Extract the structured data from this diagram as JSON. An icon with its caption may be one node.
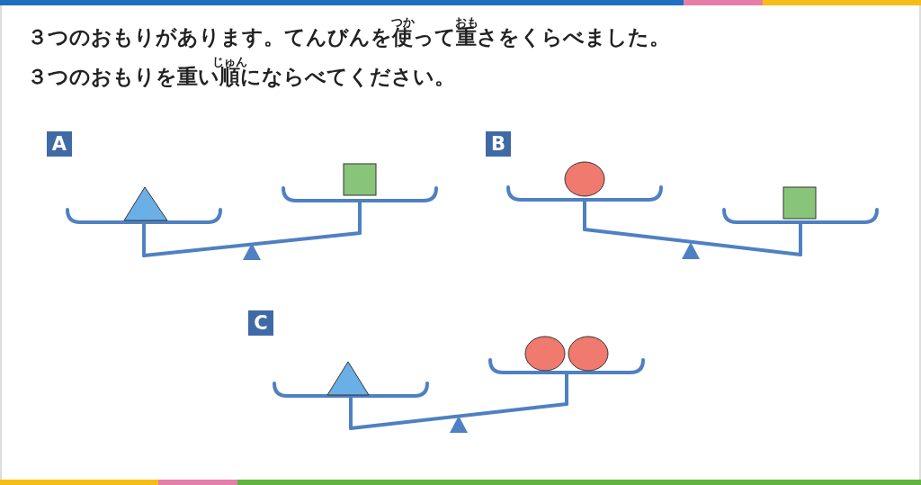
{
  "diagram": {
    "labels": [
      "３つのおもりがあります。てんびんを使って重さをくらべました。",
      "３つのおもりを重い順にならべてください。",
      "つか",
      "おも",
      "じゅん",
      "A",
      "B",
      "C"
    ]
  }
}
